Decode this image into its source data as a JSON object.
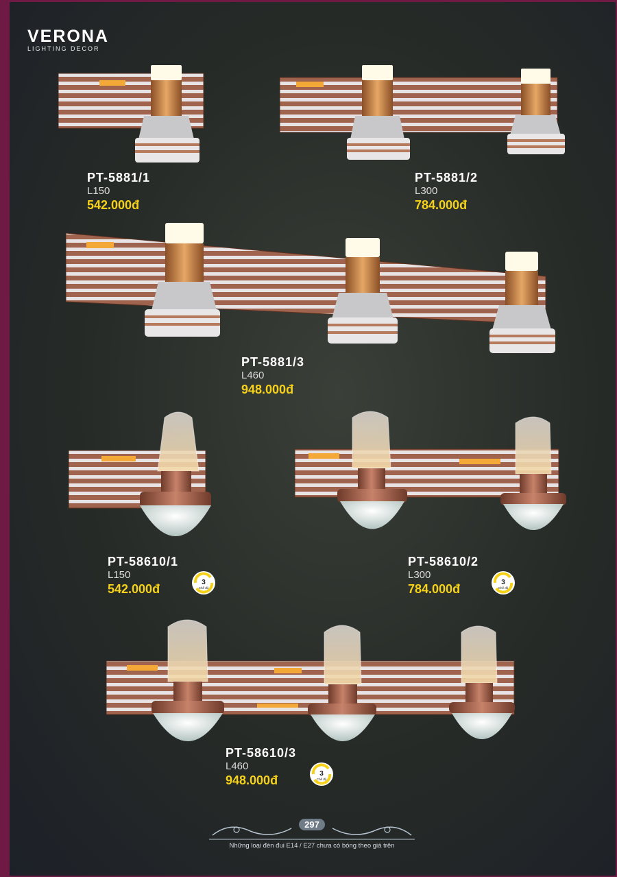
{
  "brand": {
    "name": "VERONA",
    "tagline": "LIGHTING DECOR"
  },
  "products": [
    {
      "code": "PT-5881/1",
      "length": "L150",
      "price": "542.000đ",
      "three_mode": false
    },
    {
      "code": "PT-5881/2",
      "length": "L300",
      "price": "784.000đ",
      "three_mode": false
    },
    {
      "code": "PT-5881/3",
      "length": "L460",
      "price": "948.000đ",
      "three_mode": false
    },
    {
      "code": "PT-58610/1",
      "length": "L150",
      "price": "542.000đ",
      "three_mode": true
    },
    {
      "code": "PT-58610/2",
      "length": "L300",
      "price": "784.000đ",
      "three_mode": true
    },
    {
      "code": "PT-58610/3",
      "length": "L460",
      "price": "948.000đ",
      "three_mode": true
    }
  ],
  "badge": {
    "number": "3",
    "label": "Chế độ"
  },
  "footer": {
    "page_number": "297",
    "note": "Những loại đèn đui E14 / E27 chưa có bóng theo giá trên"
  },
  "colors": {
    "price": "#f5d11a",
    "frame": "#6e1a45",
    "copper": "#c8875a"
  },
  "icons": [
    "spotlight-lamp-icon",
    "bulb-lamp-icon",
    "three-mode-icon",
    "ornament-icon"
  ]
}
